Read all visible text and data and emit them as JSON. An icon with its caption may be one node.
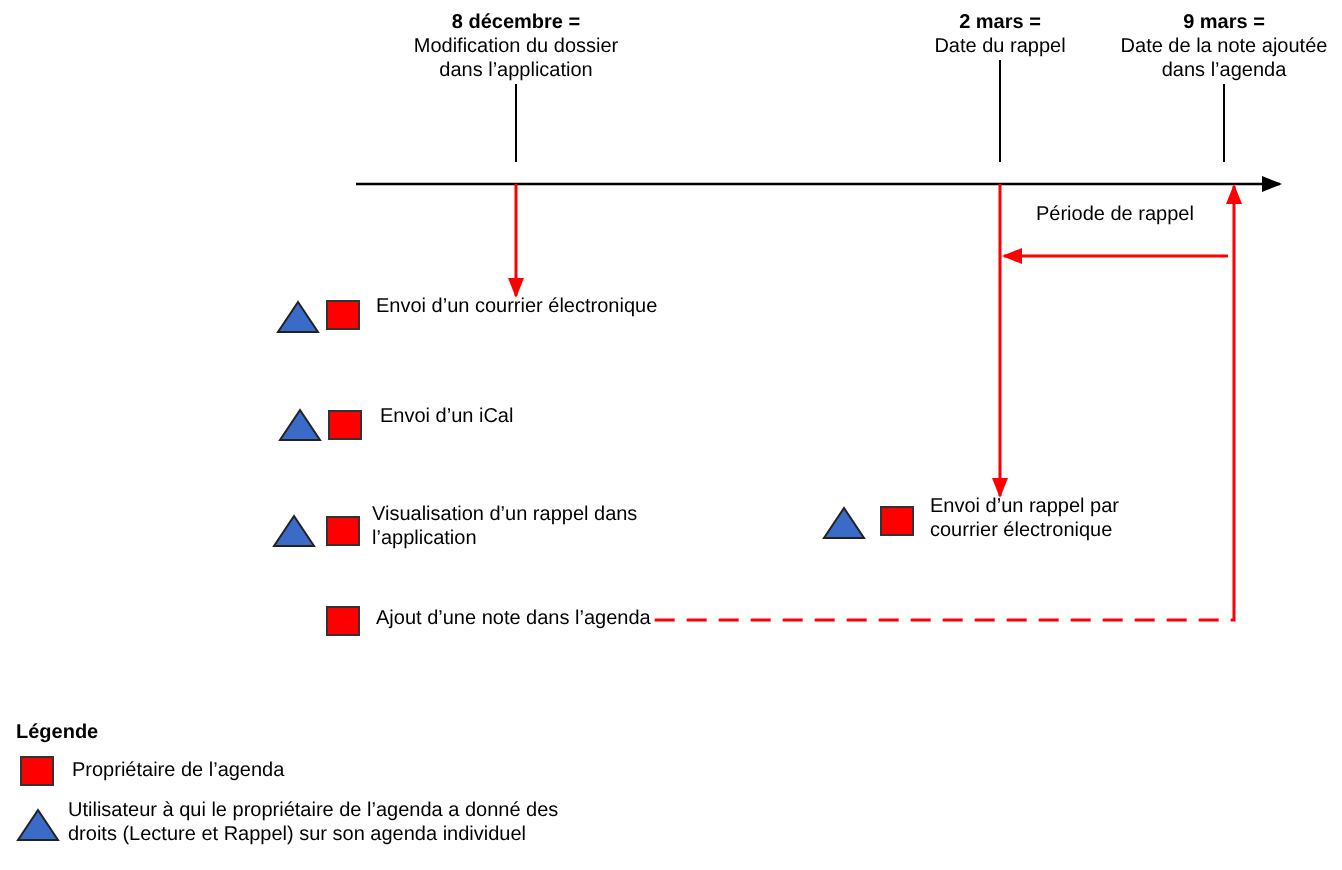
{
  "diagram": {
    "nodes": [
      {
        "text": [
          "8 décembre =",
          "Modification du dossier dans l’application"
        ]
      },
      {
        "text": [
          "2 mars =",
          "Date du rappel"
        ]
      },
      {
        "text": [
          "9 mars =",
          "Date de la note ajoutée dans l’agenda"
        ]
      },
      {
        "text": [
          "Envoi d’un courrier électronique"
        ]
      },
      {
        "text": [
          "Envoi d’un iCal"
        ]
      },
      {
        "text": [
          "Visualisation d’un rappel dans l’application"
        ]
      },
      {
        "text": [
          "Envoi d’un rappel par courrier électronique"
        ]
      },
      {
        "text": [
          "Ajout d’une note dans l’agenda"
        ]
      }
    ],
    "edges": [
      {
        "from": 0,
        "to": null,
        "arrow": "none",
        "color": "#000000"
      },
      {
        "from": 1,
        "to": null,
        "arrow": "none",
        "color": "#000000"
      },
      {
        "from": 2,
        "to": null,
        "arrow": "none",
        "color": "#000000"
      },
      {
        "from": null,
        "to": 3,
        "arrow": "to",
        "color": "#ff0000"
      },
      {
        "from": null,
        "to": 6,
        "arrow": "to",
        "color": "#ff0000"
      },
      {
        "from": 7,
        "to": null,
        "arrow": "to",
        "style": "dashed",
        "color": "#ff0000"
      }
    ],
    "labels": [
      "Période de rappel",
      "Légende"
    ],
    "legend": [
      {
        "text": "Propriétaire de l’agenda",
        "color": "#ff0000"
      },
      {
        "text": "Utilisateur à qui le propriétaire de l’agenda a donné des droits (Lecture et Rappel) sur son agenda individuel"
      }
    ]
  }
}
